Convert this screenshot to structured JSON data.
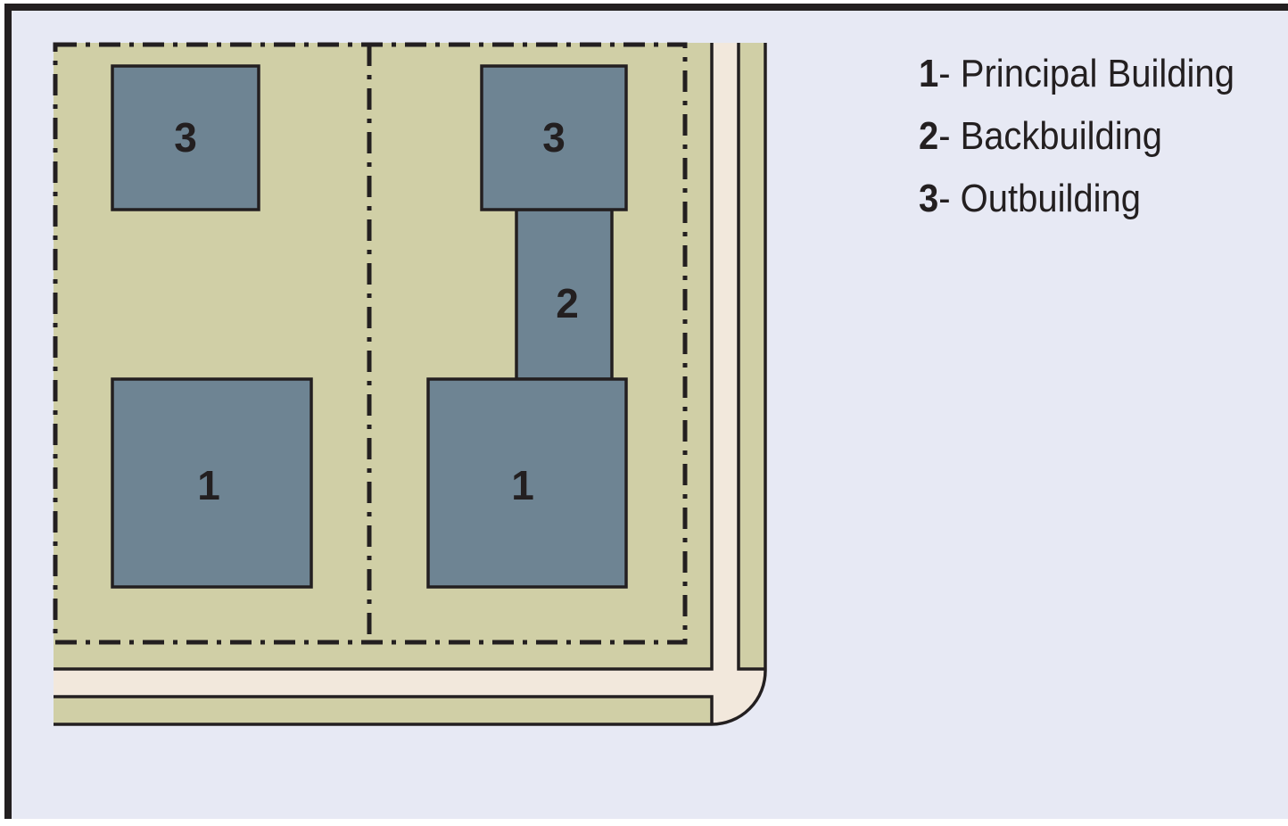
{
  "colors": {
    "background": "#e7e9f4",
    "lot": "#d0cfa6",
    "building": "#6e8493",
    "street": "#f2e8dc",
    "line": "#231f20"
  },
  "buildings": {
    "left_outbuilding": "3",
    "left_principal": "1",
    "right_outbuilding": "3",
    "right_backbuilding": "2",
    "right_principal": "1"
  },
  "legend": [
    {
      "num": "1",
      "text": "- Principal Building"
    },
    {
      "num": "2",
      "text": "- Backbuilding"
    },
    {
      "num": "3",
      "text": "- Outbuilding"
    }
  ]
}
